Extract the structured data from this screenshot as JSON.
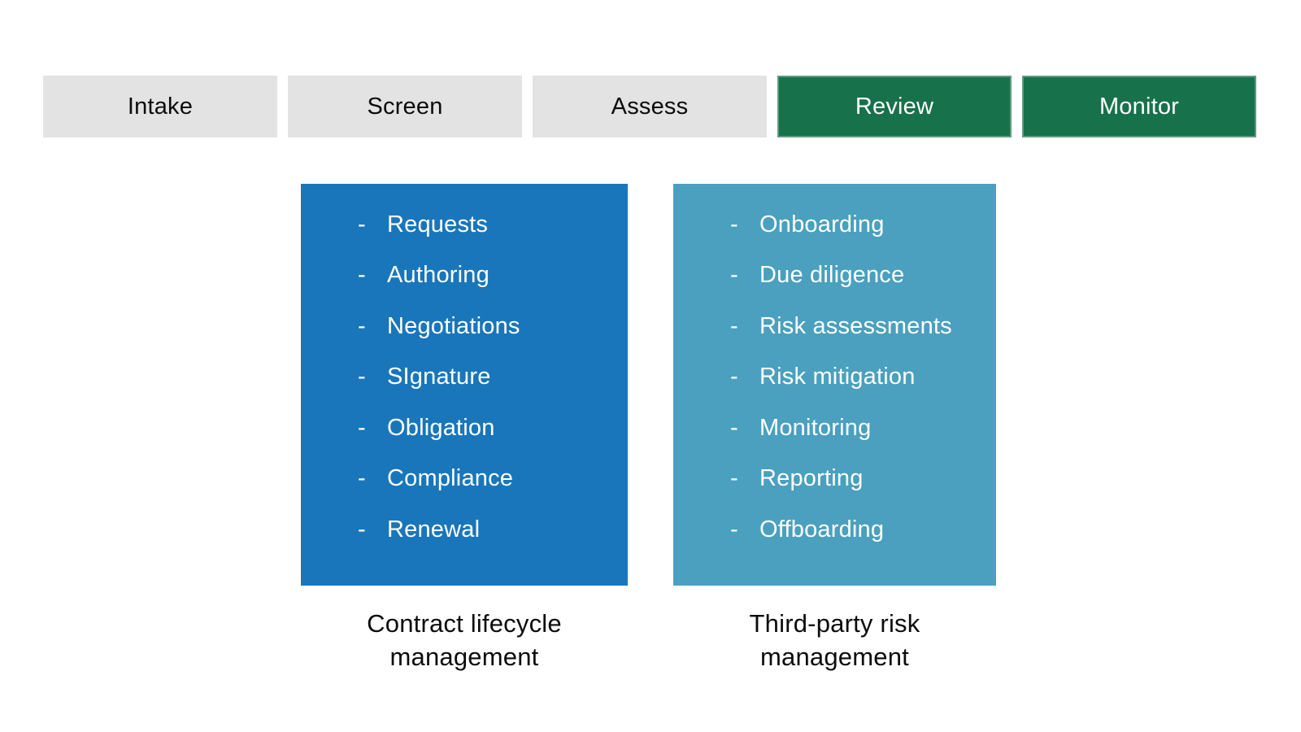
{
  "colors": {
    "page_background": "#ffffff",
    "stage_inactive_bg": "#e3e3e3",
    "stage_inactive_text": "#0c0c0c",
    "stage_active_bg": "#17714b",
    "stage_active_text": "#ffffff",
    "panel_blue_bg": "#1976ba",
    "panel_teal_bg": "#4aa0be",
    "panel_text": "#ffffff",
    "caption_text": "#0c0c0c"
  },
  "stages": [
    {
      "label": "Intake",
      "active": false
    },
    {
      "label": "Screen",
      "active": false
    },
    {
      "label": "Assess",
      "active": false
    },
    {
      "label": "Review",
      "active": true
    },
    {
      "label": "Monitor",
      "active": true
    }
  ],
  "bullet": "-",
  "panels": [
    {
      "items": [
        "Requests",
        "Authoring",
        "Negotiations",
        "SIgnature",
        "Obligation",
        "Compliance",
        "Renewal"
      ],
      "caption_lines": [
        "Contract lifecycle",
        "management"
      ]
    },
    {
      "items": [
        "Onboarding",
        "Due diligence",
        "Risk assessments",
        "Risk mitigation",
        "Monitoring",
        "Reporting",
        "Offboarding"
      ],
      "caption_lines": [
        "Third-party risk",
        "management"
      ]
    }
  ]
}
